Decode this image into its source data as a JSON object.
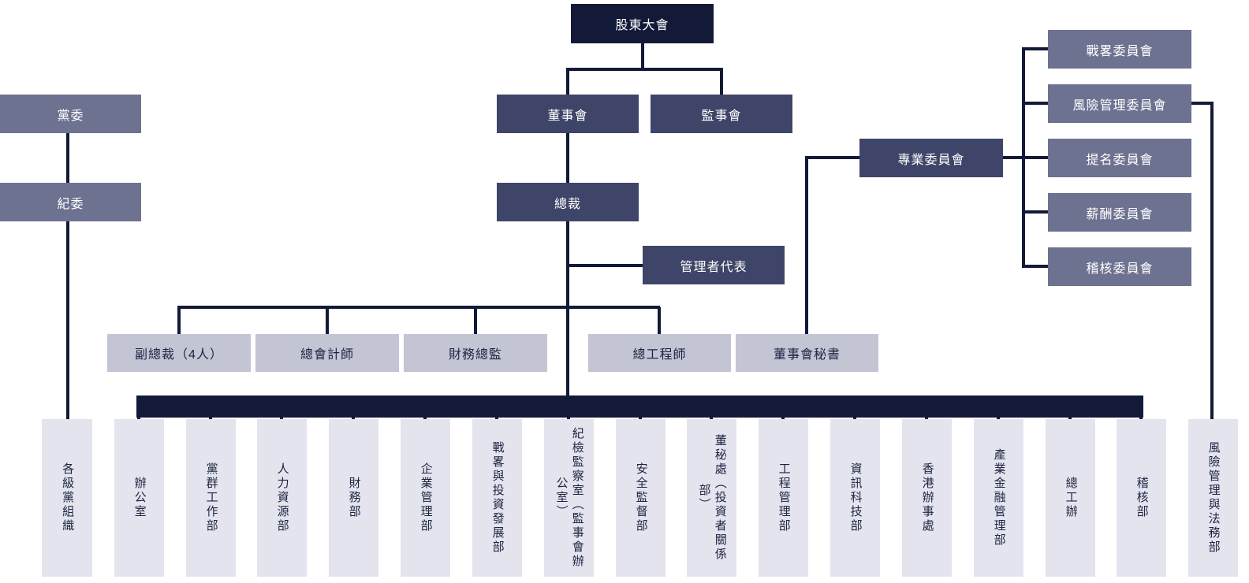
{
  "colors": {
    "darkest": "#131a38",
    "mid_slate": "#3e4568",
    "gray_slate": "#6e7291",
    "light_lavender": "#c3c4d4",
    "lightest_lavender": "#e3e4ee",
    "line": "#131a38",
    "text_dark": "#1d2442",
    "text_light": "#ffffff"
  },
  "nodes": {
    "shareholders_meeting": "股東大會",
    "party_committee": "黨委",
    "discipline_committee": "紀委",
    "board_of_directors": "董事會",
    "supervisory_board": "監事會",
    "president": "總裁",
    "management_representative": "管理者代表",
    "professional_committees": "專業委員會",
    "strategy_committee": "戰畧委員會",
    "risk_management_committee": "風險管理委員會",
    "nomination_committee": "提名委員會",
    "remuneration_committee": "薪酬委員會",
    "audit_committee": "稽核委員會",
    "vice_presidents": "副總裁（4人）",
    "chief_accountant": "總會計師",
    "finance_director": "財務總監",
    "chief_engineer": "總工程師",
    "board_secretary": "董事會秘書"
  },
  "departments": [
    "各級黨組織",
    "辦公室",
    "黨群工作部",
    "人力資源部",
    "財務部",
    "企業管理部",
    "戰畧與投資發展部",
    "紀檢監察室（監事會辦公室）",
    "安全監督部",
    "董秘處（投資者關係部）",
    "工程管理部",
    "資訊科技部",
    "香港辦事處",
    "產業金融管理部",
    "總工辦",
    "稽核部",
    "風險管理與法務部"
  ]
}
